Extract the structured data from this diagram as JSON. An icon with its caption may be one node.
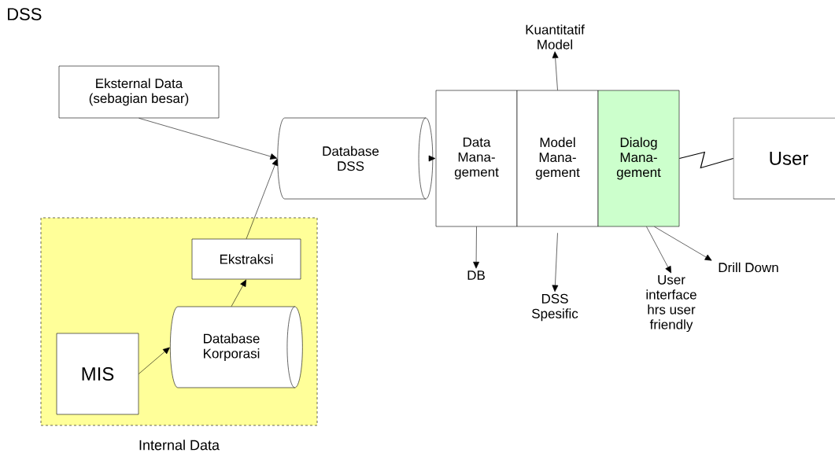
{
  "diagram": {
    "title": "DSS",
    "nodes": [
      {
        "text": [
          "Eksternal Data (sebagian besar)"
        ]
      },
      {
        "text": [
          "Database DSS"
        ]
      },
      {
        "text": [
          "Internal Data"
        ]
      },
      {
        "text": [
          "Ekstraksi"
        ],
        "in": 2
      },
      {
        "text": [
          "Database Korporasi"
        ],
        "in": 2
      },
      {
        "text": [
          "MIS"
        ],
        "in": 2
      },
      {
        "text": [
          "Data Mana- gement"
        ]
      },
      {
        "text": [
          "Model Mana- gement"
        ]
      },
      {
        "text": [
          "Dialog Mana- gement"
        ]
      },
      {
        "text": [
          "User"
        ]
      },
      {
        "text": [
          "Kuantitatif Model"
        ]
      },
      {
        "text": [
          "DB"
        ]
      },
      {
        "text": [
          "DSS Spesific"
        ]
      },
      {
        "text": [
          "User interface hrs user friendly"
        ]
      },
      {
        "text": [
          "Drill Down"
        ]
      }
    ],
    "edges": [
      {
        "from": 0,
        "to": 1,
        "arrow": "to"
      },
      {
        "from": 3,
        "to": 1,
        "arrow": "to"
      },
      {
        "from": 4,
        "to": 3,
        "arrow": "to"
      },
      {
        "from": 5,
        "to": 4,
        "arrow": "to"
      },
      {
        "from": 1,
        "to": 6,
        "arrow": "to"
      },
      {
        "from": 7,
        "to": 10,
        "arrow": "to"
      },
      {
        "from": 6,
        "to": 11,
        "arrow": "to"
      },
      {
        "from": 7,
        "to": 12,
        "arrow": "to"
      },
      {
        "from": 8,
        "to": 13,
        "arrow": "to"
      },
      {
        "from": 8,
        "to": 14,
        "arrow": "to"
      },
      {
        "from": 8,
        "to": 9,
        "arrow": "none"
      }
    ]
  }
}
